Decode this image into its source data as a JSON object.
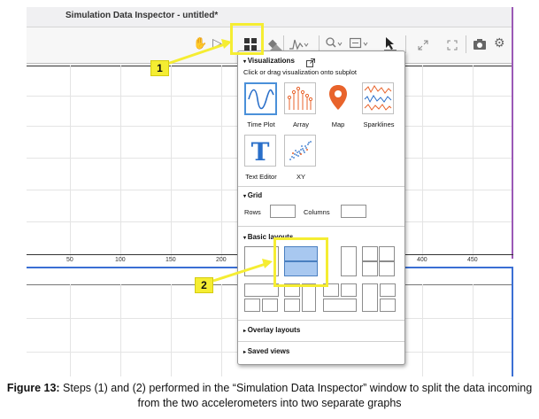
{
  "window": {
    "title": "Simulation Data Inspector - untitled*"
  },
  "toolbar": {
    "icons": [
      "hand-icon",
      "play-icon",
      "layout-grid-icon",
      "pencil-icon",
      "signal-icon",
      "zoom-icon",
      "fit-icon",
      "cursor-icon",
      "expand-icon",
      "fullscreen-icon",
      "camera-icon",
      "gear-icon"
    ]
  },
  "axis": {
    "ticks": [
      "50",
      "100",
      "150",
      "200",
      "400",
      "450"
    ]
  },
  "popup": {
    "visualizations_title": "Visualizations",
    "visualizations_hint": "Click or drag visualization onto subplot",
    "items": [
      {
        "label": "Time Plot",
        "icon": "sine-wave-icon"
      },
      {
        "label": "Array",
        "icon": "array-icon"
      },
      {
        "label": "Map",
        "icon": "map-pin-icon"
      },
      {
        "label": "Sparklines",
        "icon": "sparklines-icon"
      },
      {
        "label": "Text Editor",
        "icon": "text-editor-icon"
      },
      {
        "label": "XY",
        "icon": "xy-scatter-icon"
      }
    ],
    "grid_title": "Grid",
    "rows_label": "Rows",
    "columns_label": "Columns",
    "rows_value": "",
    "columns_value": "",
    "basic_layouts_title": "Basic layouts",
    "overlay_layouts_title": "Overlay layouts",
    "saved_views_title": "Saved views"
  },
  "callouts": {
    "step1": "1",
    "step2": "2",
    "color": "#f5ed32"
  },
  "caption": {
    "label": "Figure 13:",
    "text": " Steps (1) and (2) performed in the “Simulation Data Inspector” window to split the data incoming from the two accelerometers into two separate graphs"
  },
  "colors": {
    "selection_blue": "#4a90d9",
    "layout_fill": "#a8c8f0",
    "map_pin": "#e8632b",
    "plot_line_top": "#9b59b6",
    "plot_line_bottom": "#3b6fd4"
  }
}
